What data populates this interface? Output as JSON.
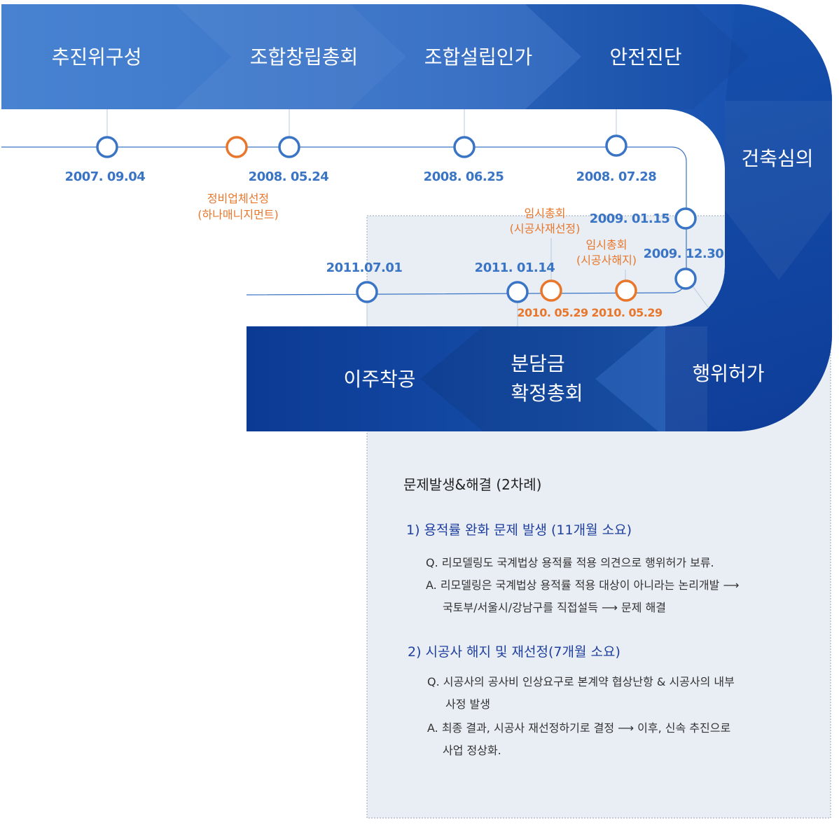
{
  "stages": {
    "s1": "추진위구성",
    "s2": "조합창립총회",
    "s3": "조합설립인가",
    "s4": "안전진단",
    "s5": "건축심의",
    "s6": "행위허가",
    "s7a": "분담금",
    "s7b": "확정총회",
    "s8": "이주착공"
  },
  "milestones": {
    "d1": "2007. 09.04",
    "d2": "2008. 05.24",
    "d3": "2008. 06.25",
    "d4": "2008. 07.28",
    "d5": "2009. 01.15",
    "d6": "2009. 12.30",
    "d7": "2010. 05.29",
    "d8": "2010. 05.29",
    "d9": "2011. 01.14",
    "d10": "2011.07.01",
    "o1a": "정비업체선정",
    "o1b": "(하나매니지먼트)",
    "o2a": "임시총회",
    "o2b": "(시공사재선정)",
    "o3a": "임시총회",
    "o3b": "(시공사해지)"
  },
  "issues": {
    "title": "문제발생&해결 (2차례)",
    "issue1": {
      "heading": "1) 용적률 완화 문제 발생 (11개월 소요)",
      "q": "Q. 리모델링도 국계법상 용적률 적용 의견으로 행위허가  보류.",
      "a": "A. 리모델링은 국계법상 용적률 적용 대상이 아니라는 논리개발  ⟶",
      "a_cont": "국토부/서울시/강남구를 직접설득 ⟶ 문제 해결"
    },
    "issue2": {
      "heading": "2) 시공사 해지 및 재선정(7개월 소요)",
      "q": "Q. 시공사의 공사비 인상요구로 본계약 협상난항 & 시공사의 내부",
      "q_cont": "사정 발생",
      "a": "A. 최종 결과, 시공사 재선정하기로 결정 ⟶ 이후, 신속 추진으로",
      "a_cont": "사업 정상화."
    }
  },
  "colors": {
    "band_light": "#3f7fd0",
    "band_dark": "#0d3b96",
    "node_blue": "#3a74c4",
    "node_orange": "#e8762b",
    "issue_panel": "#e9eef5"
  }
}
